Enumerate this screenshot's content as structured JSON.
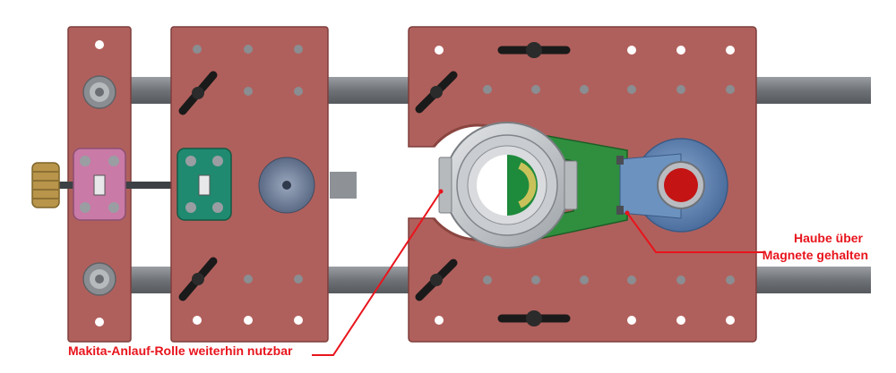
{
  "annotations": {
    "roller_label": "Makita-Anlauf-Rolle weiterhin nutzbar",
    "hood_label_line1": "Haube über",
    "hood_label_line2": "Magnete gehalten"
  },
  "colors": {
    "plate": "#b0605c",
    "plate_dark": "#7e3e3b",
    "rail": "#6f7378",
    "rail_light": "#9a9ea3",
    "clamp_pink": "#c97aa6",
    "clamp_teal": "#1f8a70",
    "knob_brass": "#b8954a",
    "hood_green": "#2f8f3e",
    "motor_blue": "#5a80b0",
    "motor_red": "#c41414",
    "annotation_red": "#e8141c"
  }
}
